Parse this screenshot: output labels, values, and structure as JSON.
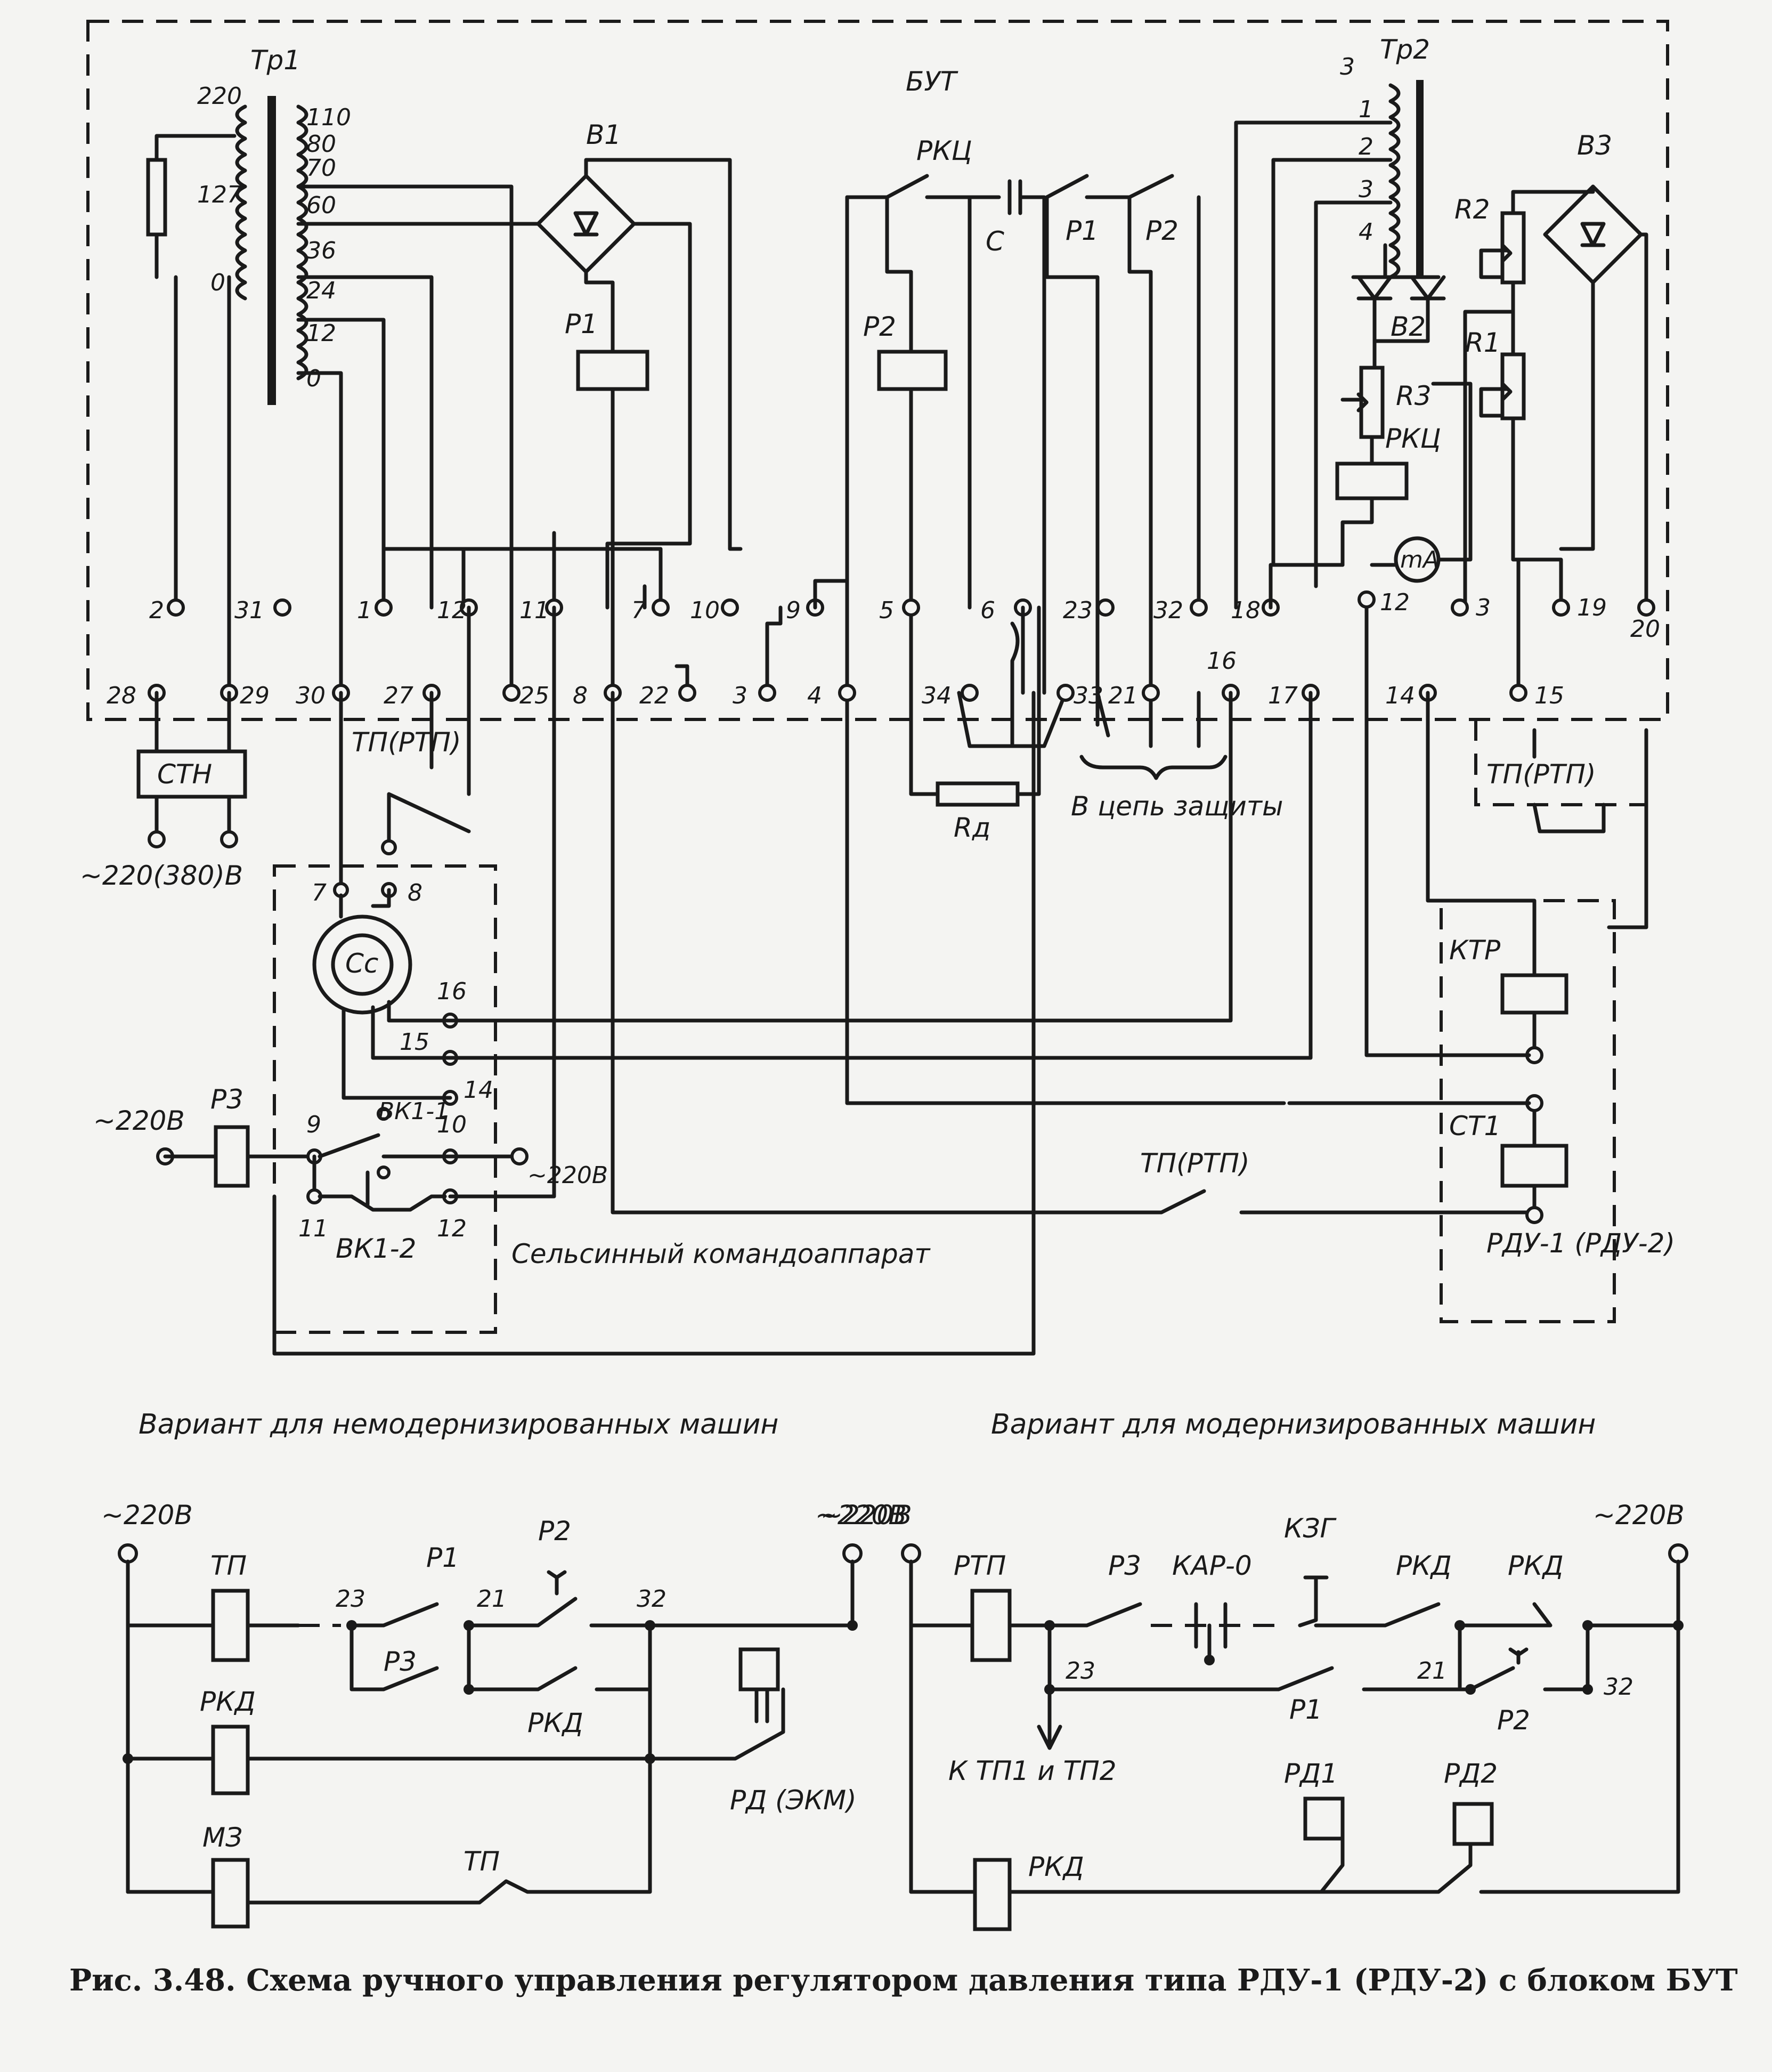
{
  "block_name": "БУТ",
  "transformers": {
    "tr1": "Тр1",
    "tr2": "Тр2"
  },
  "tr1_primary_taps": [
    "220",
    "127",
    "0"
  ],
  "tr1_secondary_taps": [
    "110",
    "80",
    "70",
    "60",
    "36",
    "24",
    "12",
    "0"
  ],
  "tr2_taps": [
    "3",
    "1",
    "2",
    "3",
    "4"
  ],
  "components": {
    "v1": "В1",
    "v2": "В2",
    "v3": "В3",
    "p1": "Р1",
    "p2": "Р2",
    "p3": "Р3",
    "rkc": "РКЦ",
    "c": "С",
    "r1": "R1",
    "r2": "R2",
    "r3": "R3",
    "ma": "mA",
    "rd": "Rд",
    "stn": "СТН",
    "ktr": "КТР",
    "st1": "СТ1",
    "cc": "Cc",
    "vk1_1": "ВК1-1",
    "vk1_2": "ВК1-2"
  },
  "upper_terminals": [
    "2",
    "31",
    "1",
    "12",
    "11",
    "7",
    "10",
    "9",
    "5",
    "6",
    "23",
    "32",
    "18",
    "12",
    "3",
    "19",
    "20"
  ],
  "lower_terminals": [
    "28",
    "29",
    "30",
    "27",
    "25",
    "8",
    "22",
    "3",
    "4",
    "34",
    "33",
    "21",
    "16",
    "17",
    "14",
    "15"
  ],
  "selsyn_terminals": [
    "7",
    "8",
    "16",
    "15",
    "14",
    "9",
    "10",
    "11",
    "12"
  ],
  "labels": {
    "tp_rtp": "ТП(РТП)",
    "supply_main": "~220(380)В",
    "supply_220": "~220В",
    "supply_220_vert": "~220В",
    "protection": "В цепь защиты",
    "selsyn": "Сельсинный командоаппарат",
    "rdu": "РДУ-1 (РДУ-2)"
  },
  "variant_left": {
    "title": "Вариант для немодернизированных машин",
    "supply_left": "~220В",
    "supply_right": "~220В",
    "relays": [
      "ТП",
      "РКД",
      "МЗ"
    ],
    "contacts": [
      "Р1",
      "Р2",
      "Р3",
      "РКД",
      "ТП"
    ],
    "nodes": [
      "23",
      "21",
      "32"
    ],
    "sensor": "РД (ЭКМ)"
  },
  "variant_right": {
    "title": "Вариант для модернизированных машин",
    "supply_left": "~220В",
    "supply_right": "~220В",
    "relays": [
      "РТП",
      "РКД"
    ],
    "contacts": [
      "Р3",
      "КАР-0",
      "КЗГ",
      "РКД",
      "РКД",
      "Р1",
      "Р2"
    ],
    "nodes": [
      "23",
      "21",
      "32"
    ],
    "arrow_label": "К ТП1 и ТП2",
    "sensors": [
      "РД1",
      "РД2"
    ]
  },
  "caption": "Рис. 3.48. Схема ручного управления регулятором давления типа РДУ-1 (РДУ-2) с блоком БУТ"
}
